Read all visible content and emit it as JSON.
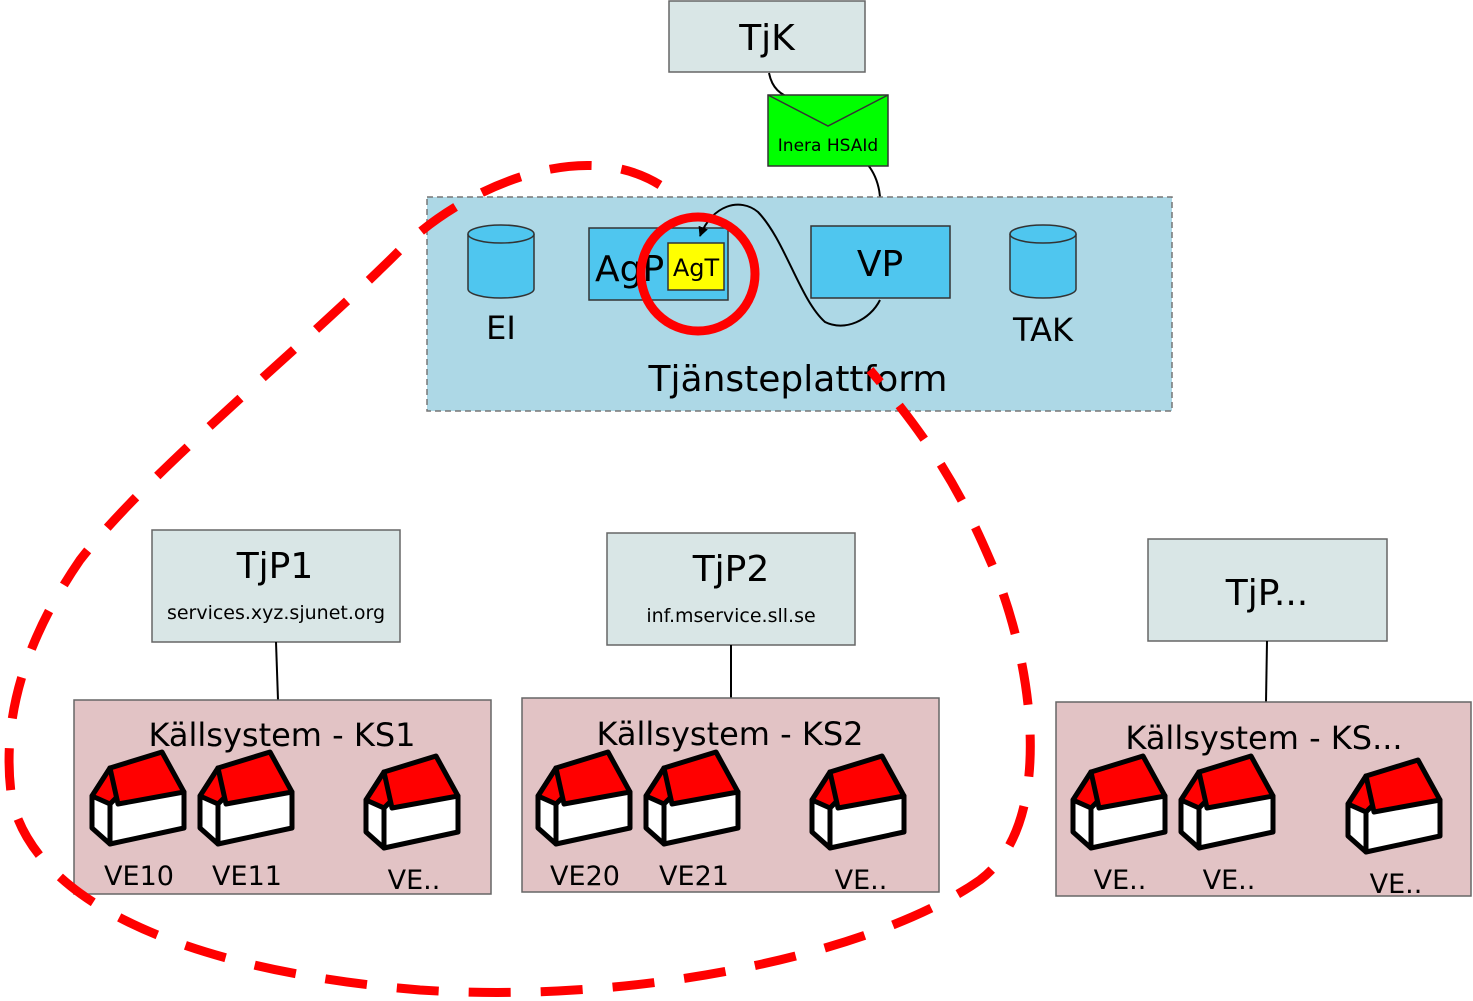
{
  "colors": {
    "box_fill": "#d9e6e6",
    "platform_fill": "#add8e6",
    "component_fill": "#4fc6ef",
    "source_fill": "#e2c3c5",
    "agt_fill": "#ffff00",
    "envelope_fill": "#00ff00",
    "highlight_red": "#ff0000",
    "roof_red": "#ff0000"
  },
  "tjk": {
    "label": "TjK"
  },
  "envelope": {
    "label": "Inera HSAId",
    "icon": "envelope-icon"
  },
  "platform": {
    "label": "Tjänsteplattform",
    "ei_label": "EI",
    "agp_label": "AgP",
    "agt_label": "AgT",
    "vp_label": "VP",
    "tak_label": "TAK"
  },
  "producers": [
    {
      "name": "TjP1",
      "address": "services.xyz.sjunet.org",
      "source_system": "Källsystem - KS1",
      "units": [
        "VE10",
        "VE11",
        "VE.."
      ]
    },
    {
      "name": "TjP2",
      "address": "inf.mservice.sll.se",
      "source_system": "Källsystem - KS2",
      "units": [
        "VE20",
        "VE21",
        "VE.."
      ]
    },
    {
      "name": "TjP...",
      "address": "",
      "source_system": "Källsystem - KS...",
      "units": [
        "VE..",
        "VE..",
        "VE.."
      ]
    }
  ]
}
